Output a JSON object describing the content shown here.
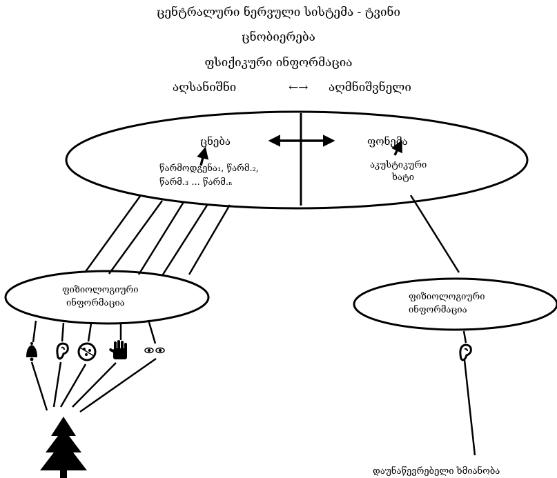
{
  "header": {
    "line1": "ცენტრალური ნერვული სისტემა - ტვინი",
    "line2": "ცნობიერება",
    "line3": "ფსიქიკური ინფორმაცია",
    "left_term": "აღსანიშნი",
    "arrow": "←→",
    "right_term": "აღმნიშვნელი"
  },
  "concept_ellipse": {
    "concept_title": "ცნება",
    "representations_line1": "წარმოდგენა₁, წარმ.₂,",
    "representations_line2": "წარმ.₃ ... წარმ.ₙ",
    "phoneme_title": "ფონემა",
    "acoustic_line1": "აკუსტიკური",
    "acoustic_line2": "ხატი"
  },
  "left_physio": {
    "line1": "ფიზიოლოგიური",
    "line2": "ინფორმაცია"
  },
  "right_physio": {
    "line1": "ფიზიოლოგიური",
    "line2": "ინფორმაცია"
  },
  "sense_icons": {
    "left": [
      "bell-icon",
      "ear-icon",
      "pizza-icon",
      "hand-icon",
      "eyes-icon"
    ],
    "right": [
      "ear-icon"
    ]
  },
  "bottom_label": "დაუნაწევრებელი ხმიანობა",
  "colors": {
    "ink": "#000000",
    "background": "#ffffff"
  }
}
